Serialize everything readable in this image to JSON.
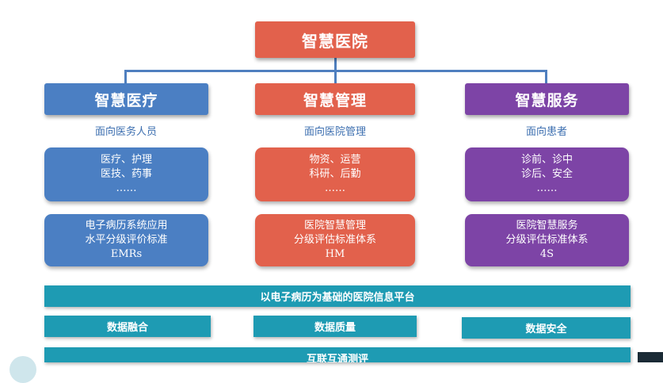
{
  "root": {
    "label": "智慧医院"
  },
  "columns": [
    {
      "title": "智慧医疗",
      "subtitle": "面向医务人员",
      "topics": [
        "医疗、护理",
        "医技、药事",
        "……"
      ],
      "standard": [
        "电子病历系统应用",
        "水平分级评价标准",
        "EMRs"
      ]
    },
    {
      "title": "智慧管理",
      "subtitle": "面向医院管理",
      "topics": [
        "物资、运营",
        "科研、后勤",
        "……"
      ],
      "standard": [
        "医院智慧管理",
        "分级评估标准体系",
        "HM"
      ]
    },
    {
      "title": "智慧服务",
      "subtitle": "面向患者",
      "topics": [
        "诊前、诊中",
        "诊后、安全",
        "……"
      ],
      "standard": [
        "医院智慧服务",
        "分级评估标准体系",
        "4S"
      ]
    }
  ],
  "platform": {
    "label": "以电子病历为基础的医院信息平台"
  },
  "pillars": [
    "数据融合",
    "数据质量",
    "数据安全"
  ],
  "bottom": {
    "label": "互联互通测评"
  },
  "colors": {
    "root": "#e2614c",
    "blue": "#4b7fc3",
    "orange": "#e2614c",
    "purple": "#7d44a6",
    "teal": "#1e9bb3",
    "connector": "#4f7fbf",
    "subtitle_text": "#3d6fb0"
  }
}
